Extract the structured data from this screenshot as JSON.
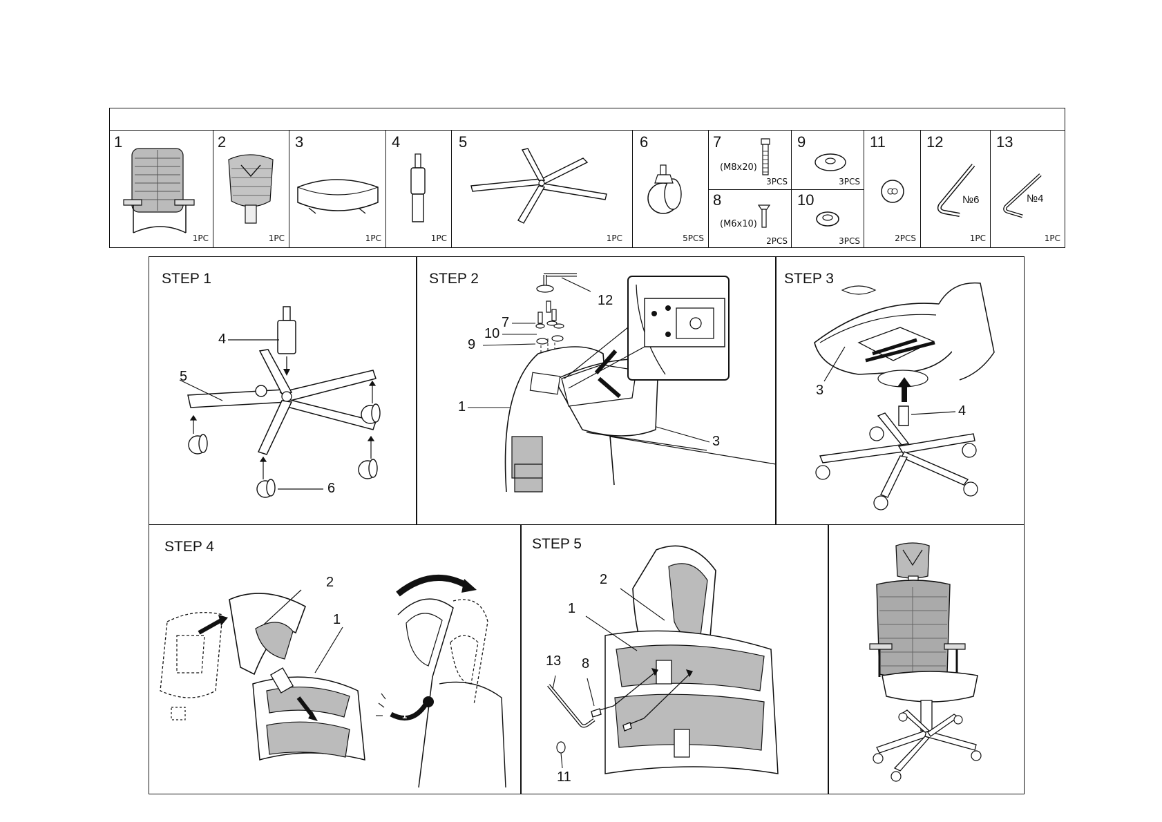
{
  "parts": [
    {
      "num": "1",
      "qty": "1PC"
    },
    {
      "num": "2",
      "qty": "1PC"
    },
    {
      "num": "3",
      "qty": "1PC"
    },
    {
      "num": "4",
      "qty": "1PC"
    },
    {
      "num": "5",
      "qty": "1PC"
    },
    {
      "num": "6",
      "qty": "5PCS"
    },
    {
      "num": "7",
      "spec": "(M8x20)",
      "qty": "3PCS"
    },
    {
      "num": "8",
      "spec": "(M6x10)",
      "qty": "2PCS"
    },
    {
      "num": "9",
      "qty": "3PCS"
    },
    {
      "num": "10",
      "qty": "3PCS"
    },
    {
      "num": "11",
      "qty": "2PCS"
    },
    {
      "num": "12",
      "label": "№6",
      "qty": "1PC"
    },
    {
      "num": "13",
      "label": "№4",
      "qty": "1PC"
    }
  ],
  "steps": {
    "s1": {
      "title": "STEP 1",
      "callouts": [
        "4",
        "5",
        "6"
      ]
    },
    "s2": {
      "title": "STEP 2",
      "callouts": [
        "12",
        "7",
        "10",
        "9",
        "1",
        "3"
      ]
    },
    "s3": {
      "title": "STEP 3",
      "callouts": [
        "3",
        "4"
      ]
    },
    "s4": {
      "title": "STEP 4",
      "callouts": [
        "2",
        "1"
      ],
      "arrow_marks": [
        "2",
        "1"
      ]
    },
    "s5": {
      "title": "STEP 5",
      "callouts": [
        "2",
        "1",
        "13",
        "8",
        "11"
      ]
    }
  }
}
